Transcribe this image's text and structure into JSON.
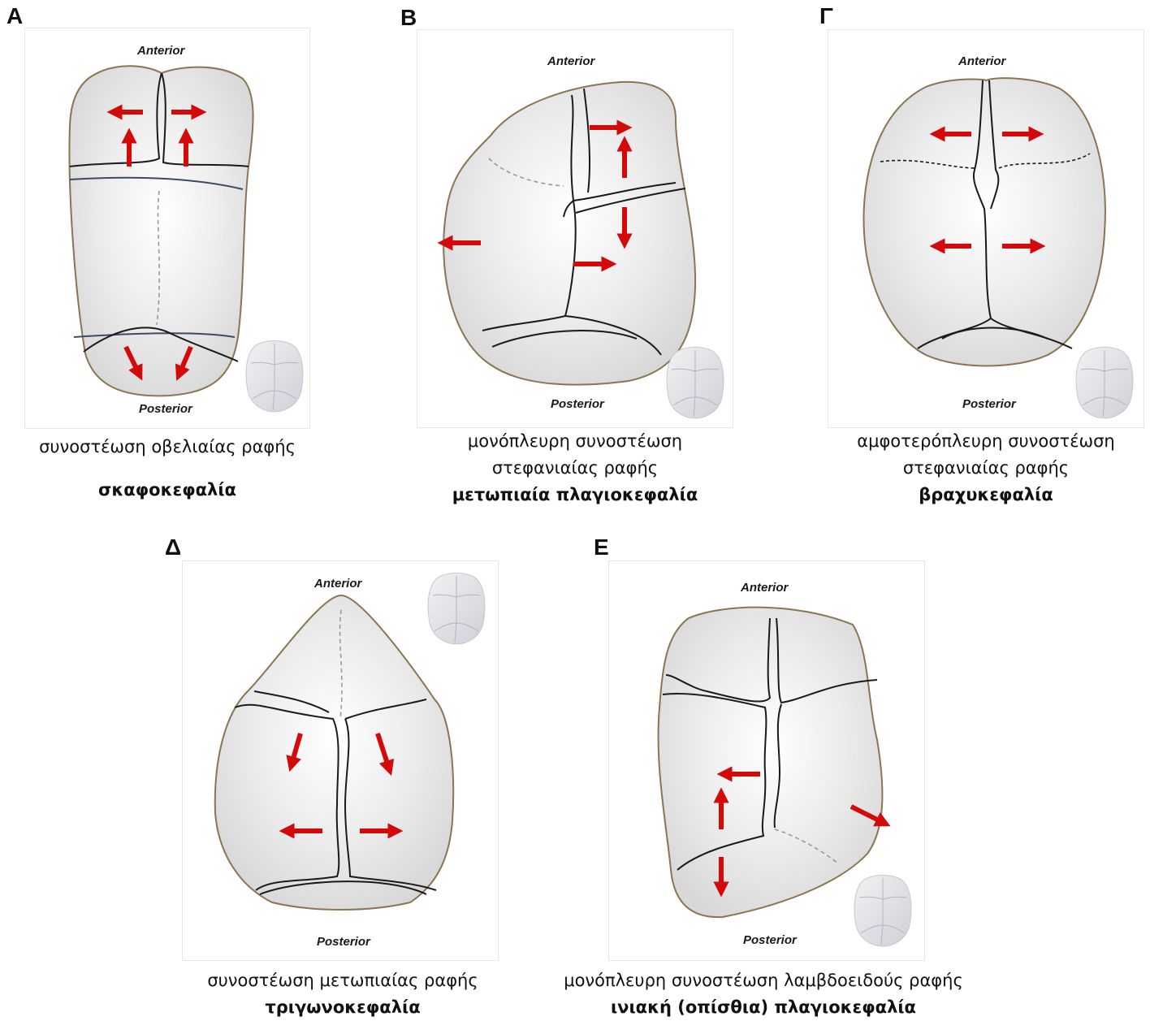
{
  "panels": [
    {
      "letter": "Α",
      "anterior": "Anterior",
      "posterior": "Posterior",
      "caption_lines": [
        "συνοστέωση οβελιαίας ραφής"
      ],
      "diagnosis": "σκαφοκεφαλία"
    },
    {
      "letter": "Β",
      "anterior": "Anterior",
      "posterior": "Posterior",
      "caption_lines": [
        "μονόπλευρη συνοστέωση",
        "στεφανιαίας ραφής"
      ],
      "diagnosis": "μετωπιαία πλαγιοκεφαλία"
    },
    {
      "letter": "Γ",
      "anterior": "Anterior",
      "posterior": "Posterior",
      "caption_lines": [
        "αμφοτερόπλευρη συνοστέωση",
        "στεφανιαίας ραφής"
      ],
      "diagnosis": "βραχυκεφαλία"
    },
    {
      "letter": "Δ",
      "anterior": "Anterior",
      "posterior": "Posterior",
      "caption_lines": [
        "συνοστέωση μετωπιαίας ραφής"
      ],
      "diagnosis": "τριγωνοκεφαλία"
    },
    {
      "letter": "Ε",
      "anterior": "Anterior",
      "posterior": "Posterior",
      "caption_lines": [
        "μονόπλευρη συνοστέωση λαμβδοειδούς ραφής"
      ],
      "diagnosis": "ινιακή (οπίσθια) πλαγιοκεφαλία"
    }
  ],
  "colors": {
    "arrow": "#d40a0a",
    "skull_outline": "#8a7550",
    "suture": "#1a1a1a",
    "skull_fill": "#e4e4e4"
  }
}
